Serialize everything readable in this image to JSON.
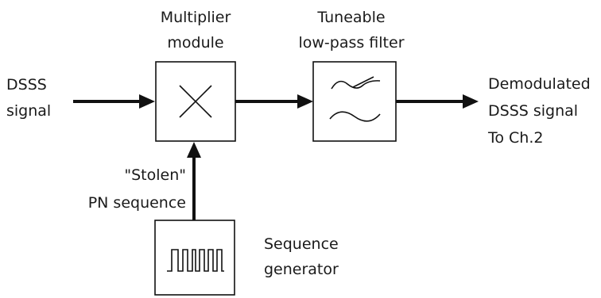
{
  "diagram": {
    "input_label": [
      "DSSS",
      "signal"
    ],
    "multiplier_label": [
      "Multiplier",
      "module"
    ],
    "filter_label": [
      "Tuneable",
      "low-pass filter"
    ],
    "output_label": [
      "Demodulated",
      "DSSS signal",
      "To Ch.2"
    ],
    "pn_label": [
      "\"Stolen\"",
      "PN sequence"
    ],
    "generator_label": [
      "Sequence",
      "generator"
    ],
    "icons": {
      "multiplier": "multiply-x-icon",
      "filter": "lowpass-filter-icon",
      "generator": "pulse-train-icon"
    },
    "colors": {
      "stroke": "#111111",
      "text": "#1a1a1a",
      "background": "#ffffff"
    }
  }
}
